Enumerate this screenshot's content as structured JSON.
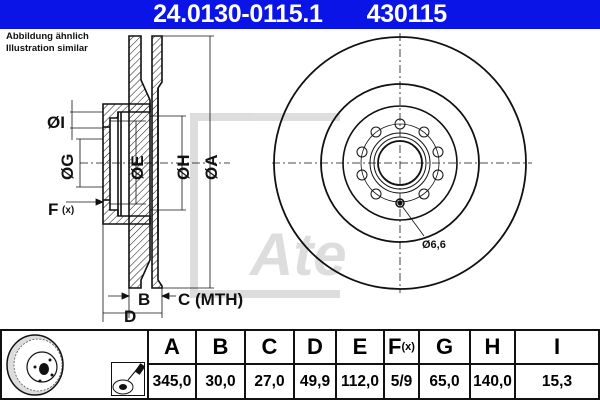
{
  "header": {
    "part_number": "24.0130-0115.1",
    "ref_number": "430115",
    "background": "#0a14e6"
  },
  "note": {
    "line1": "Abbildung ähnlich",
    "line2": "Illustration similar"
  },
  "diagram": {
    "labels": {
      "I": "ØI",
      "G": "ØG",
      "E": "ØE",
      "H": "ØH",
      "A": "ØA",
      "F": "F",
      "F_sub": "(x)",
      "B": "B",
      "C": "C (MTH)",
      "D": "D",
      "hole": "Ø6,6"
    },
    "watermark": "Ate"
  },
  "table": {
    "columns": [
      {
        "key": "A",
        "label": "A",
        "value": "345,0"
      },
      {
        "key": "B",
        "label": "B",
        "value": "30,0"
      },
      {
        "key": "C",
        "label": "C",
        "value": "27,0"
      },
      {
        "key": "D",
        "label": "D",
        "value": "49,9"
      },
      {
        "key": "E",
        "label": "E",
        "value": "112,0"
      },
      {
        "key": "F",
        "label": "F",
        "label_sub": "(x)",
        "value": "5/9"
      },
      {
        "key": "G",
        "label": "G",
        "value": "65,0"
      },
      {
        "key": "H",
        "label": "H",
        "value": "140,0"
      },
      {
        "key": "I",
        "label": "I",
        "value": "15,3"
      }
    ]
  },
  "icons": {
    "disc_thumbnail": "brake-disc-perspective-icon",
    "cleaning_spray": "spray-cleaning-icon"
  }
}
